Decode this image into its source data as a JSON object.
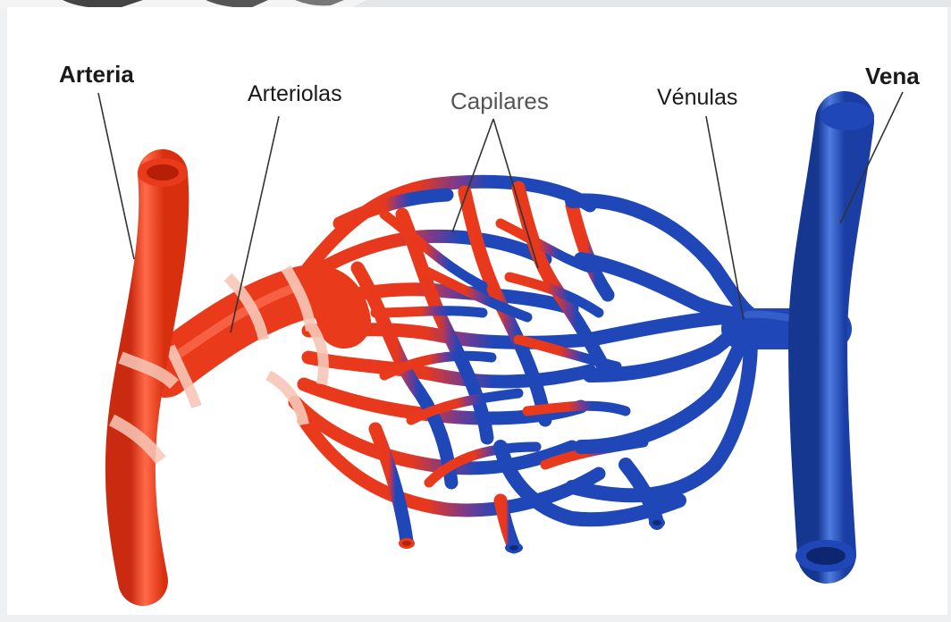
{
  "labels": {
    "arteria": "Arteria",
    "arteriolas": "Arteriolas",
    "capilares": "Capilares",
    "venulas": "Vénulas",
    "vena": "Vena"
  },
  "colors": {
    "artery_red": "#ea3a1c",
    "artery_highlight": "#ff7a5c",
    "smooth_muscle": "#f7c7b8",
    "vein_blue": "#1f47b8",
    "vein_highlight": "#5b86e6",
    "leader_line": "#333333"
  }
}
